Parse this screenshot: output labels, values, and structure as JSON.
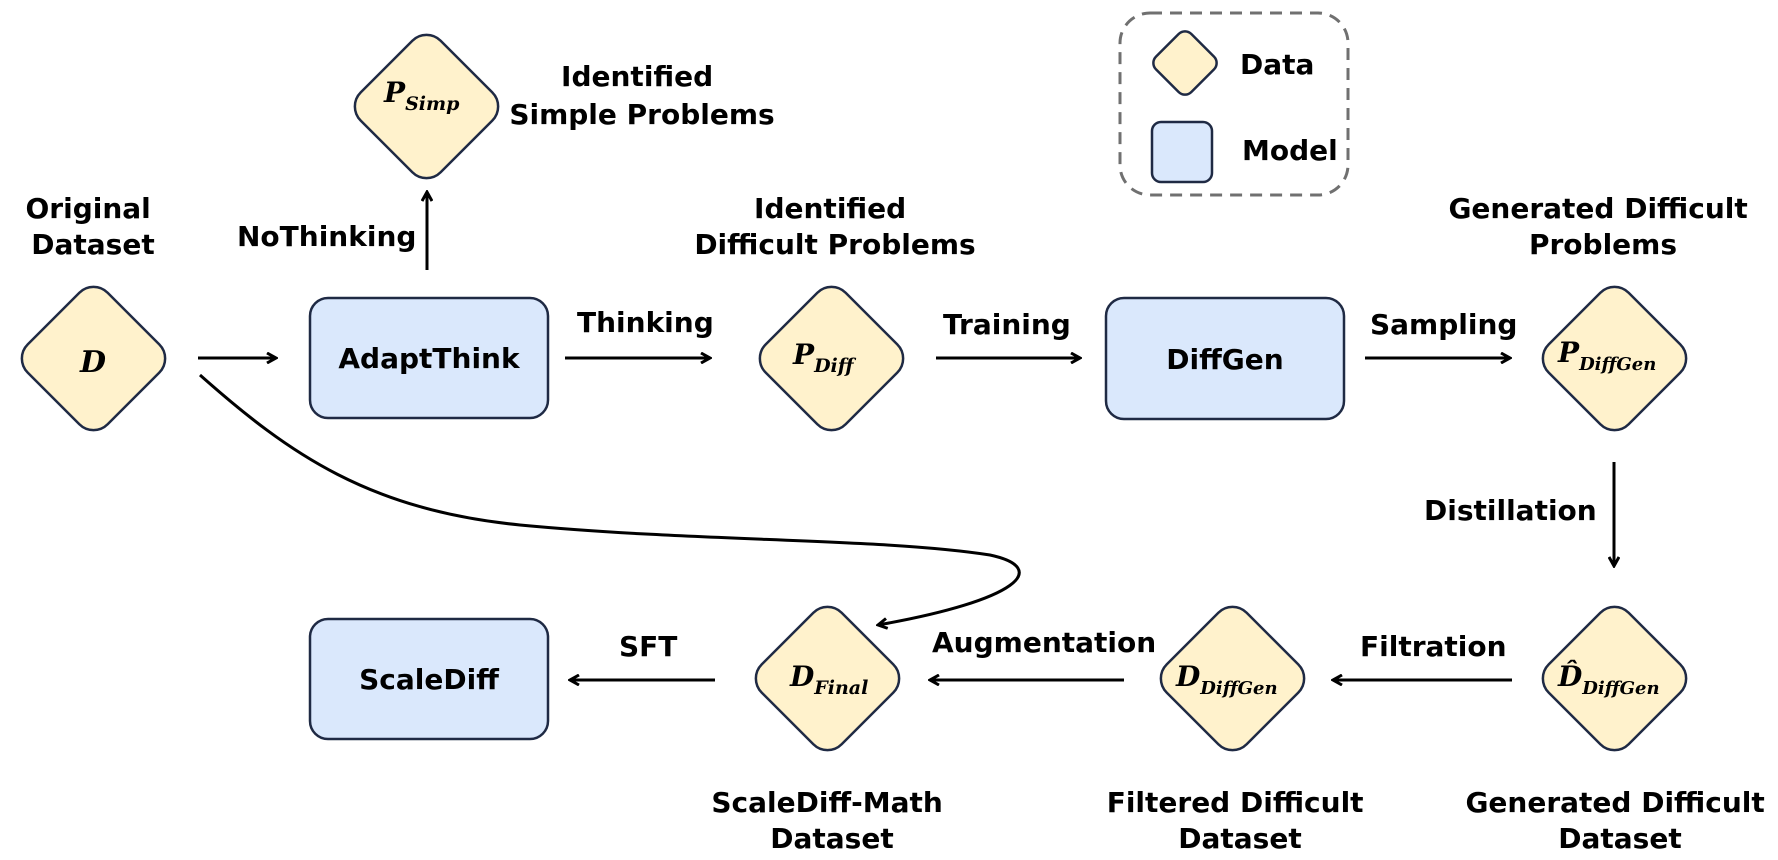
{
  "legend": {
    "data_label": "Data",
    "model_label": "Model"
  },
  "models": {
    "adaptthink": "AdaptThink",
    "diffgen": "DiffGen",
    "scalediff": "ScaleDiff"
  },
  "data_nodes": {
    "d": {
      "main": "D",
      "sub": ""
    },
    "p_simp": {
      "main": "P",
      "sub": "Simp"
    },
    "p_diff": {
      "main": "P",
      "sub": "Diff"
    },
    "p_diffgen": {
      "main": "P",
      "sub": "DiffGen"
    },
    "dhat_diffgen": {
      "main": "D̂",
      "sub": "DiffGen"
    },
    "d_diffgen": {
      "main": "D",
      "sub": "DiffGen"
    },
    "d_final": {
      "main": "D",
      "sub": "Final"
    }
  },
  "captions": {
    "original_dataset": [
      "Original",
      "Dataset"
    ],
    "identified_simple": [
      "Identified",
      "Simple Problems"
    ],
    "identified_difficult": [
      "Identified",
      "Difficult Problems"
    ],
    "generated_difficult_problems": [
      "Generated Difficult",
      "Problems"
    ],
    "generated_difficult_dataset": [
      "Generated Difficult",
      "Dataset"
    ],
    "filtered_difficult_dataset": [
      "Filtered Difficult",
      "Dataset"
    ],
    "scalediff_math_dataset": [
      "ScaleDiff-Math",
      "Dataset"
    ]
  },
  "edges": {
    "nothinking": "NoThinking",
    "thinking": "Thinking",
    "training": "Training",
    "sampling": "Sampling",
    "distillation": "Distillation",
    "filtration": "Filtration",
    "augmentation": "Augmentation",
    "sft": "SFT"
  }
}
